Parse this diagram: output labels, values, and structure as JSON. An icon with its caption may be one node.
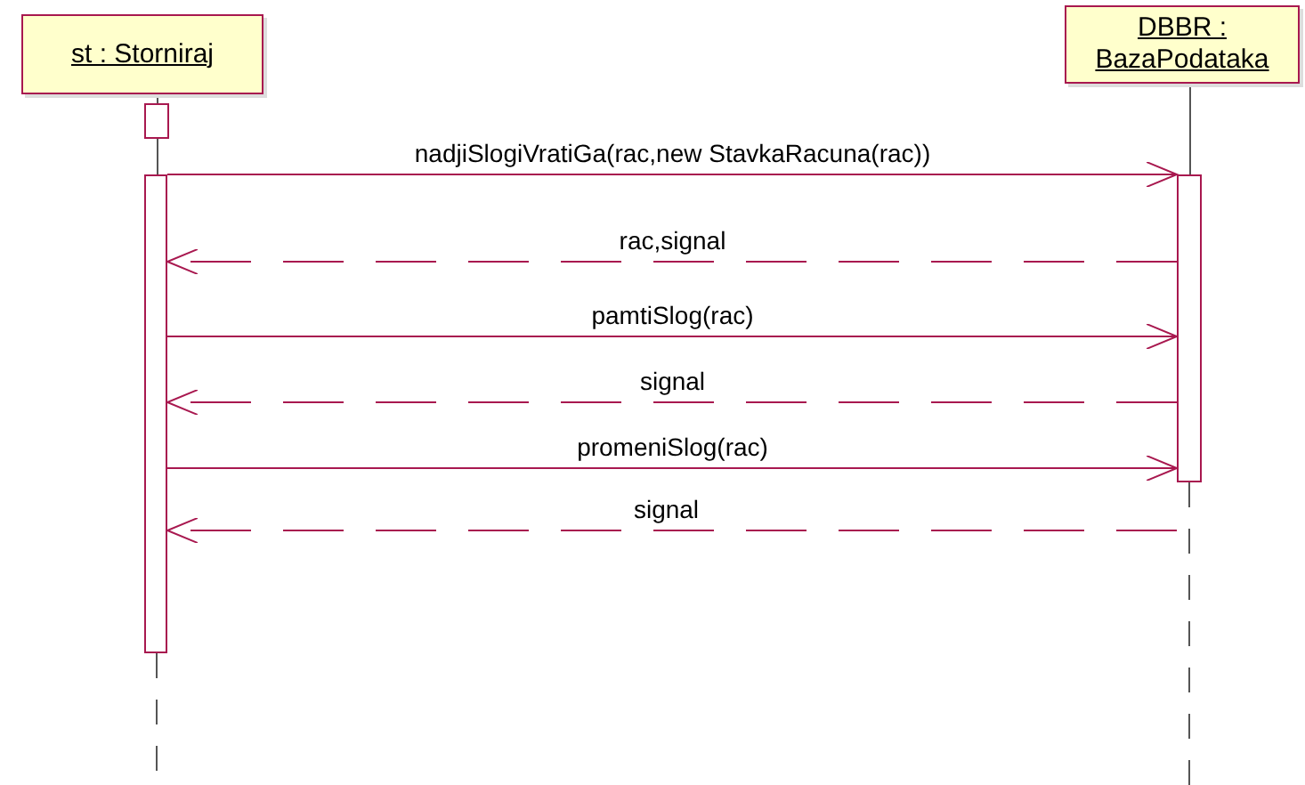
{
  "diagram": {
    "nodes": [
      {
        "text": [
          "st : Storniraj"
        ]
      },
      {
        "text": [
          "DBBR : BazaPodataka"
        ]
      },
      {
        "text": [],
        "shape": "bar"
      },
      {
        "text": [],
        "shape": "bar"
      },
      {
        "text": [],
        "shape": "bar"
      }
    ],
    "edges": [
      {
        "from": 3,
        "to": 4,
        "arrow": "to",
        "label": "nadjiSlogiVratiGa(rac,new StavkaRacuna(rac))"
      },
      {
        "from": 4,
        "to": 3,
        "arrow": "to",
        "label": "rac,signal",
        "style": "dashed"
      },
      {
        "from": 3,
        "to": 4,
        "arrow": "to",
        "label": "pamtiSlog(rac)"
      },
      {
        "from": 4,
        "to": 3,
        "arrow": "to",
        "label": "signal",
        "style": "dashed"
      },
      {
        "from": 3,
        "to": 4,
        "arrow": "to",
        "label": "promeniSlog(rac)"
      },
      {
        "from": null,
        "to": 3,
        "arrow": "to",
        "label": "signal",
        "style": "dashed"
      },
      {
        "from": 0,
        "to": 2,
        "arrow": "none",
        "color": "#555555"
      },
      {
        "from": 2,
        "to": 3,
        "arrow": "none",
        "color": "#555555"
      },
      {
        "from": 1,
        "to": 4,
        "arrow": "none",
        "color": "#555555"
      }
    ]
  }
}
